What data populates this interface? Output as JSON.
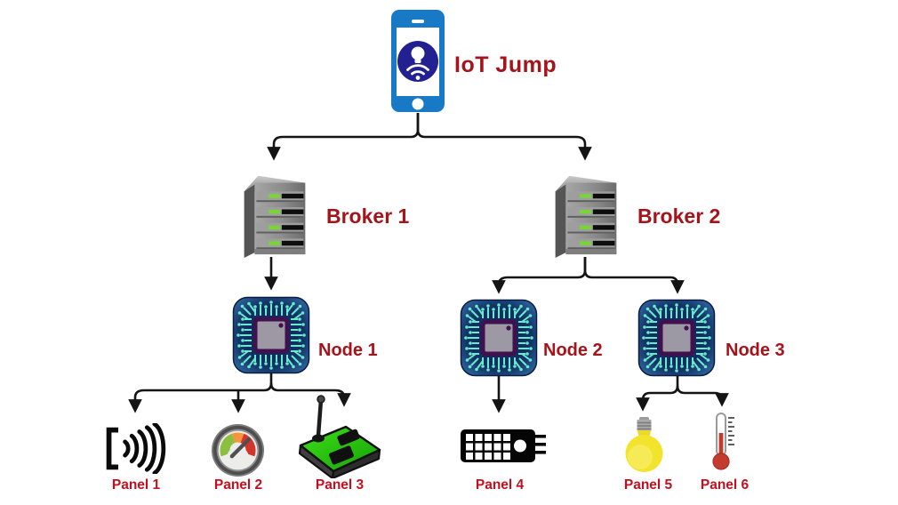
{
  "diagram": {
    "root": {
      "label": "IoT Jump",
      "icon": "smartphone-icon"
    },
    "brokers": [
      {
        "label": "Broker 1",
        "icon": "server-icon"
      },
      {
        "label": "Broker 2",
        "icon": "server-icon"
      }
    ],
    "nodes": [
      {
        "label": "Node 1",
        "icon": "microchip-icon"
      },
      {
        "label": "Node 2",
        "icon": "microchip-icon"
      },
      {
        "label": "Node 3",
        "icon": "microchip-icon"
      }
    ],
    "panels": [
      {
        "label": "Panel 1",
        "icon": "sound-waves-icon"
      },
      {
        "label": "Panel 2",
        "icon": "gauge-icon"
      },
      {
        "label": "Panel 3",
        "icon": "rf-transmitter-icon"
      },
      {
        "label": "Panel 4",
        "icon": "keypad-module-icon"
      },
      {
        "label": "Panel 5",
        "icon": "light-bulb-icon"
      },
      {
        "label": "Panel 6",
        "icon": "thermometer-icon"
      }
    ],
    "connections": [
      {
        "from": "IoT Jump",
        "to": "Broker 1"
      },
      {
        "from": "IoT Jump",
        "to": "Broker 2"
      },
      {
        "from": "Broker 1",
        "to": "Node 1"
      },
      {
        "from": "Broker 2",
        "to": "Node 2"
      },
      {
        "from": "Broker 2",
        "to": "Node 3"
      },
      {
        "from": "Node 1",
        "to": "Panel 1"
      },
      {
        "from": "Node 1",
        "to": "Panel 2"
      },
      {
        "from": "Node 1",
        "to": "Panel 3"
      },
      {
        "from": "Node 2",
        "to": "Panel 4"
      },
      {
        "from": "Node 3",
        "to": "Panel 5"
      },
      {
        "from": "Node 3",
        "to": "Panel 6"
      }
    ],
    "colors": {
      "label_dark_red": "#A5131B",
      "label_bright_red": "#C2101E",
      "phone_blue": "#1879C7",
      "badge_navy": "#232192",
      "chip_trace_teal": "#6BE9CB",
      "led_green": "#79D437",
      "arrow_black": "#141414",
      "background": "#FFFFFF"
    }
  }
}
